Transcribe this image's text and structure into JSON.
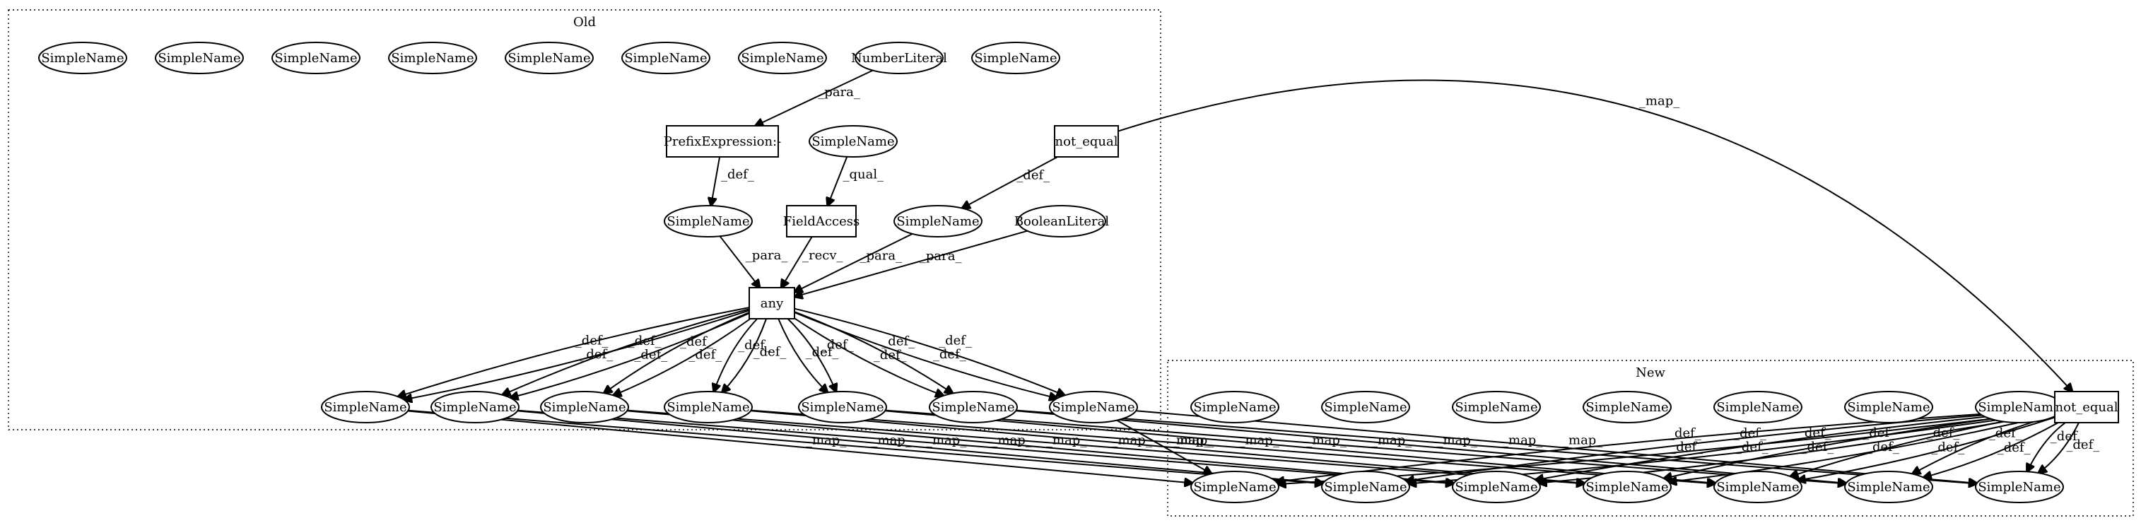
{
  "clusters": [
    {
      "id": "old",
      "label": "Old"
    },
    {
      "id": "new",
      "label": "New"
    }
  ],
  "nodes": [
    {
      "id": "o_sn1",
      "label": "SimpleName",
      "shape": "ellipse"
    },
    {
      "id": "o_sn2",
      "label": "SimpleName",
      "shape": "ellipse"
    },
    {
      "id": "o_sn3",
      "label": "SimpleName",
      "shape": "ellipse"
    },
    {
      "id": "o_sn4",
      "label": "SimpleName",
      "shape": "ellipse"
    },
    {
      "id": "o_sn5",
      "label": "SimpleName",
      "shape": "ellipse"
    },
    {
      "id": "o_sn6",
      "label": "SimpleName",
      "shape": "ellipse"
    },
    {
      "id": "o_sn7",
      "label": "SimpleName",
      "shape": "ellipse"
    },
    {
      "id": "o_numlit",
      "label": "NumberLiteral",
      "shape": "ellipse"
    },
    {
      "id": "o_sn8",
      "label": "SimpleName",
      "shape": "ellipse"
    },
    {
      "id": "o_prefix",
      "label": "PrefixExpression:-",
      "shape": "box"
    },
    {
      "id": "o_sn_qual",
      "label": "SimpleName",
      "shape": "ellipse"
    },
    {
      "id": "o_ne",
      "label": "not_equal",
      "shape": "box"
    },
    {
      "id": "o_sn_def",
      "label": "SimpleName",
      "shape": "ellipse"
    },
    {
      "id": "o_fa",
      "label": "FieldAccess",
      "shape": "box"
    },
    {
      "id": "o_sn_ne",
      "label": "SimpleName",
      "shape": "ellipse"
    },
    {
      "id": "o_bool",
      "label": "BooleanLiteral",
      "shape": "ellipse"
    },
    {
      "id": "o_any",
      "label": "any",
      "shape": "box"
    },
    {
      "id": "o_b1",
      "label": "SimpleName",
      "shape": "ellipse"
    },
    {
      "id": "o_b2",
      "label": "SimpleName",
      "shape": "ellipse"
    },
    {
      "id": "o_b3",
      "label": "SimpleName",
      "shape": "ellipse"
    },
    {
      "id": "o_b4",
      "label": "SimpleName",
      "shape": "ellipse"
    },
    {
      "id": "o_b5",
      "label": "SimpleName",
      "shape": "ellipse"
    },
    {
      "id": "o_b6",
      "label": "SimpleName",
      "shape": "ellipse"
    },
    {
      "id": "o_b7",
      "label": "SimpleName",
      "shape": "ellipse"
    },
    {
      "id": "n_sn1",
      "label": "SimpleName",
      "shape": "ellipse"
    },
    {
      "id": "n_sn2",
      "label": "SimpleName",
      "shape": "ellipse"
    },
    {
      "id": "n_sn3",
      "label": "SimpleName",
      "shape": "ellipse"
    },
    {
      "id": "n_sn4",
      "label": "SimpleName",
      "shape": "ellipse"
    },
    {
      "id": "n_sn5",
      "label": "SimpleName",
      "shape": "ellipse"
    },
    {
      "id": "n_sn6",
      "label": "SimpleName",
      "shape": "ellipse"
    },
    {
      "id": "n_sn7",
      "label": "SimpleName",
      "shape": "ellipse"
    },
    {
      "id": "n_ne",
      "label": "not_equal",
      "shape": "box"
    },
    {
      "id": "n_b1",
      "label": "SimpleName",
      "shape": "ellipse"
    },
    {
      "id": "n_b2",
      "label": "SimpleName",
      "shape": "ellipse"
    },
    {
      "id": "n_b3",
      "label": "SimpleName",
      "shape": "ellipse"
    },
    {
      "id": "n_b4",
      "label": "SimpleName",
      "shape": "ellipse"
    },
    {
      "id": "n_b5",
      "label": "SimpleName",
      "shape": "ellipse"
    },
    {
      "id": "n_b6",
      "label": "SimpleName",
      "shape": "ellipse"
    },
    {
      "id": "n_b7",
      "label": "SimpleName",
      "shape": "ellipse"
    }
  ],
  "edges": [
    {
      "from": "o_numlit",
      "to": "o_prefix",
      "label": "_para_"
    },
    {
      "from": "o_prefix",
      "to": "o_sn_def",
      "label": "_def_"
    },
    {
      "from": "o_sn_qual",
      "to": "o_fa",
      "label": "_qual_"
    },
    {
      "from": "o_ne",
      "to": "o_sn_ne",
      "label": "_def_"
    },
    {
      "from": "o_ne",
      "to": "n_ne",
      "label": "_map_"
    },
    {
      "from": "o_sn_def",
      "to": "o_any",
      "label": "_para_"
    },
    {
      "from": "o_fa",
      "to": "o_any",
      "label": "_recv_"
    },
    {
      "from": "o_sn_ne",
      "to": "o_any",
      "label": "_para_"
    },
    {
      "from": "o_bool",
      "to": "o_any",
      "label": "_para_"
    },
    {
      "from": "o_any",
      "to": "o_b1",
      "label": "_def_"
    },
    {
      "from": "o_any",
      "to": "o_b1",
      "label": "_def_"
    },
    {
      "from": "o_any",
      "to": "o_b2",
      "label": "_def_"
    },
    {
      "from": "o_any",
      "to": "o_b2",
      "label": "_def_"
    },
    {
      "from": "o_any",
      "to": "o_b3",
      "label": "_def_"
    },
    {
      "from": "o_any",
      "to": "o_b3",
      "label": "_def_"
    },
    {
      "from": "o_any",
      "to": "o_b4",
      "label": "_def_"
    },
    {
      "from": "o_any",
      "to": "o_b4",
      "label": "_def_"
    },
    {
      "from": "o_any",
      "to": "o_b5",
      "label": "_def_"
    },
    {
      "from": "o_any",
      "to": "o_b5",
      "label": "_def_"
    },
    {
      "from": "o_any",
      "to": "o_b6",
      "label": "_def_"
    },
    {
      "from": "o_any",
      "to": "o_b6",
      "label": "_def_"
    },
    {
      "from": "o_any",
      "to": "o_b7",
      "label": "_def_"
    },
    {
      "from": "o_any",
      "to": "o_b7",
      "label": "_def_"
    },
    {
      "from": "o_b1",
      "to": "n_b1",
      "label": "_map_"
    },
    {
      "from": "o_b1",
      "to": "n_b2",
      "label": "_map_"
    },
    {
      "from": "o_b2",
      "to": "n_b2",
      "label": "_map_"
    },
    {
      "from": "o_b2",
      "to": "n_b3",
      "label": "_map_"
    },
    {
      "from": "o_b3",
      "to": "n_b3",
      "label": "_map_"
    },
    {
      "from": "o_b3",
      "to": "n_b4",
      "label": "_map_"
    },
    {
      "from": "o_b4",
      "to": "n_b4",
      "label": "_map_"
    },
    {
      "from": "o_b4",
      "to": "n_b5",
      "label": "_map_"
    },
    {
      "from": "o_b5",
      "to": "n_b5",
      "label": "_map_"
    },
    {
      "from": "o_b5",
      "to": "n_b6",
      "label": "_map_"
    },
    {
      "from": "o_b6",
      "to": "n_b6",
      "label": "_map_"
    },
    {
      "from": "o_b6",
      "to": "n_b7",
      "label": "_map_"
    },
    {
      "from": "o_b7",
      "to": "n_b7",
      "label": "_map_"
    },
    {
      "from": "o_b7",
      "to": "n_b1",
      "label": "_map_"
    },
    {
      "from": "n_ne",
      "to": "n_b1",
      "label": "_def_"
    },
    {
      "from": "n_ne",
      "to": "n_b1",
      "label": "_def_"
    },
    {
      "from": "n_ne",
      "to": "n_b2",
      "label": "_def_"
    },
    {
      "from": "n_ne",
      "to": "n_b2",
      "label": "_def_"
    },
    {
      "from": "n_ne",
      "to": "n_b3",
      "label": "_def_"
    },
    {
      "from": "n_ne",
      "to": "n_b3",
      "label": "_def_"
    },
    {
      "from": "n_ne",
      "to": "n_b4",
      "label": "_def_"
    },
    {
      "from": "n_ne",
      "to": "n_b4",
      "label": "_def_"
    },
    {
      "from": "n_ne",
      "to": "n_b5",
      "label": "_def_"
    },
    {
      "from": "n_ne",
      "to": "n_b5",
      "label": "_def_"
    },
    {
      "from": "n_ne",
      "to": "n_b6",
      "label": "_def_"
    },
    {
      "from": "n_ne",
      "to": "n_b6",
      "label": "_def_"
    },
    {
      "from": "n_ne",
      "to": "n_b7",
      "label": "_def_"
    },
    {
      "from": "n_ne",
      "to": "n_b7",
      "label": "_def_"
    }
  ]
}
